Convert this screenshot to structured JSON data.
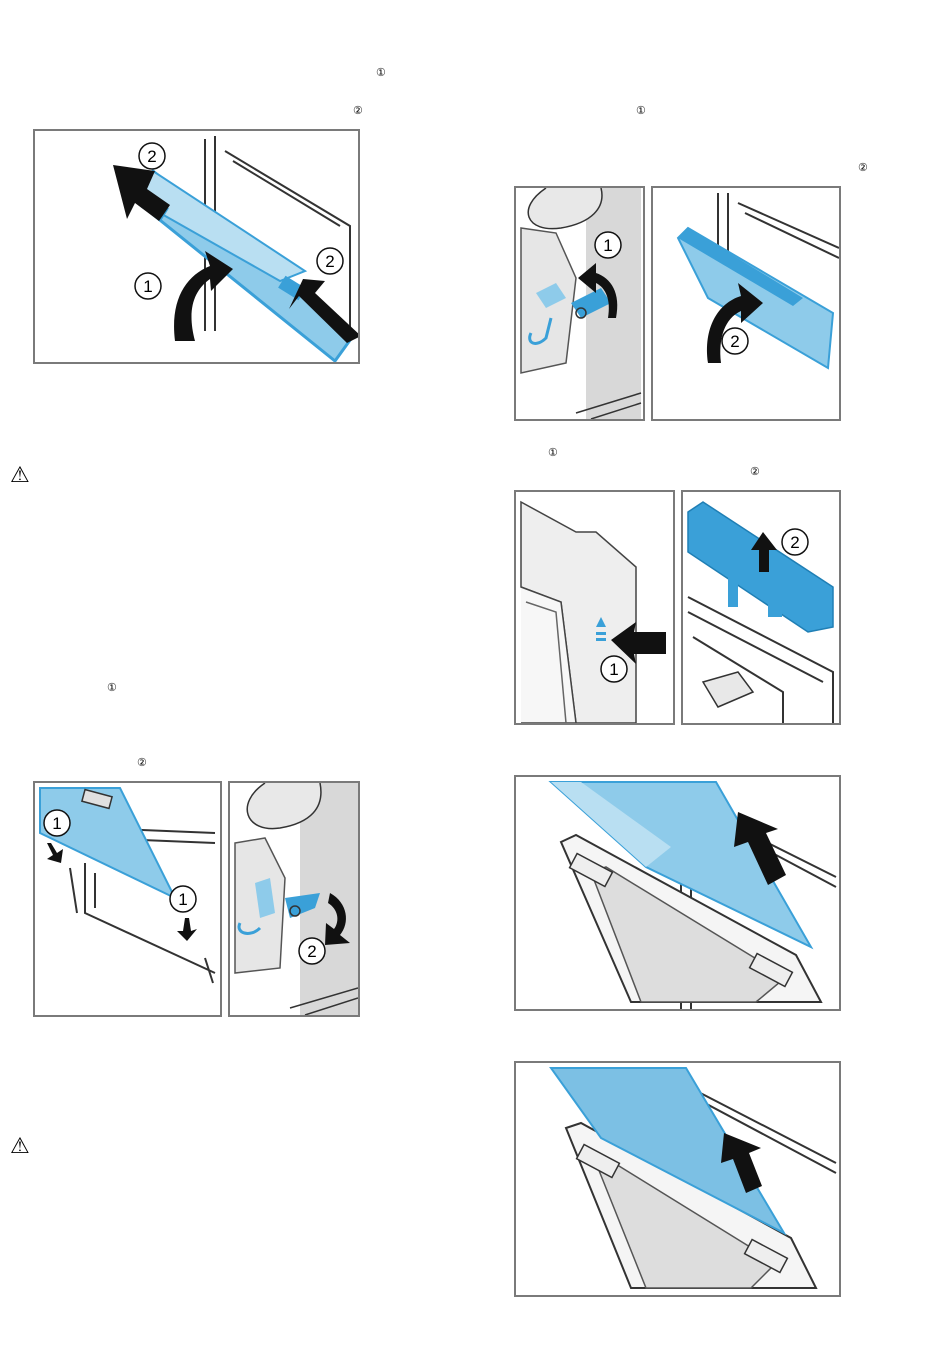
{
  "step_markers": {
    "a1": "①",
    "a2": "②",
    "b1": "①",
    "b2": "②",
    "c1": "①",
    "c2": "②",
    "d1": "①",
    "d2": "②"
  },
  "callouts": {
    "one": "1",
    "two": "2"
  },
  "warning_icon": "⚠",
  "colors": {
    "glass_blue": "#8ecbea",
    "part_blue": "#3aa0d8",
    "panel_border": "#7a7a7a",
    "arrow": "#111111"
  },
  "icons": [
    "warning-icon",
    "arrow-icon",
    "hinge-icon",
    "door-glass-icon"
  ]
}
